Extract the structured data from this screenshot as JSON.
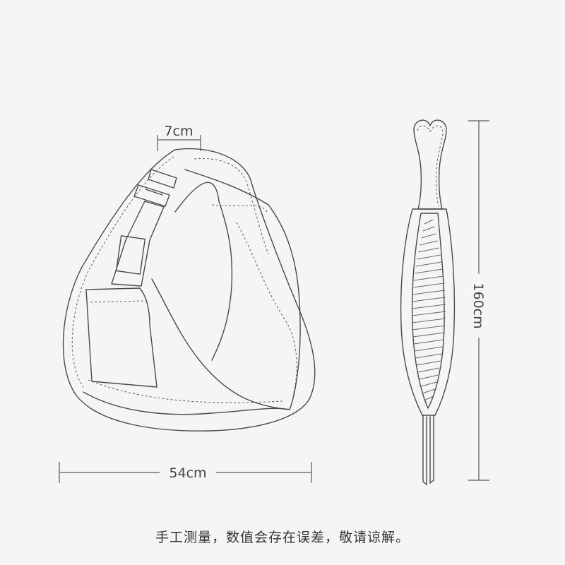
{
  "dimensions": {
    "strap_width": "7cm",
    "body_width": "54cm",
    "length": "160cm"
  },
  "caption": "手工测量，数值会存在误差，敬请谅解。"
}
